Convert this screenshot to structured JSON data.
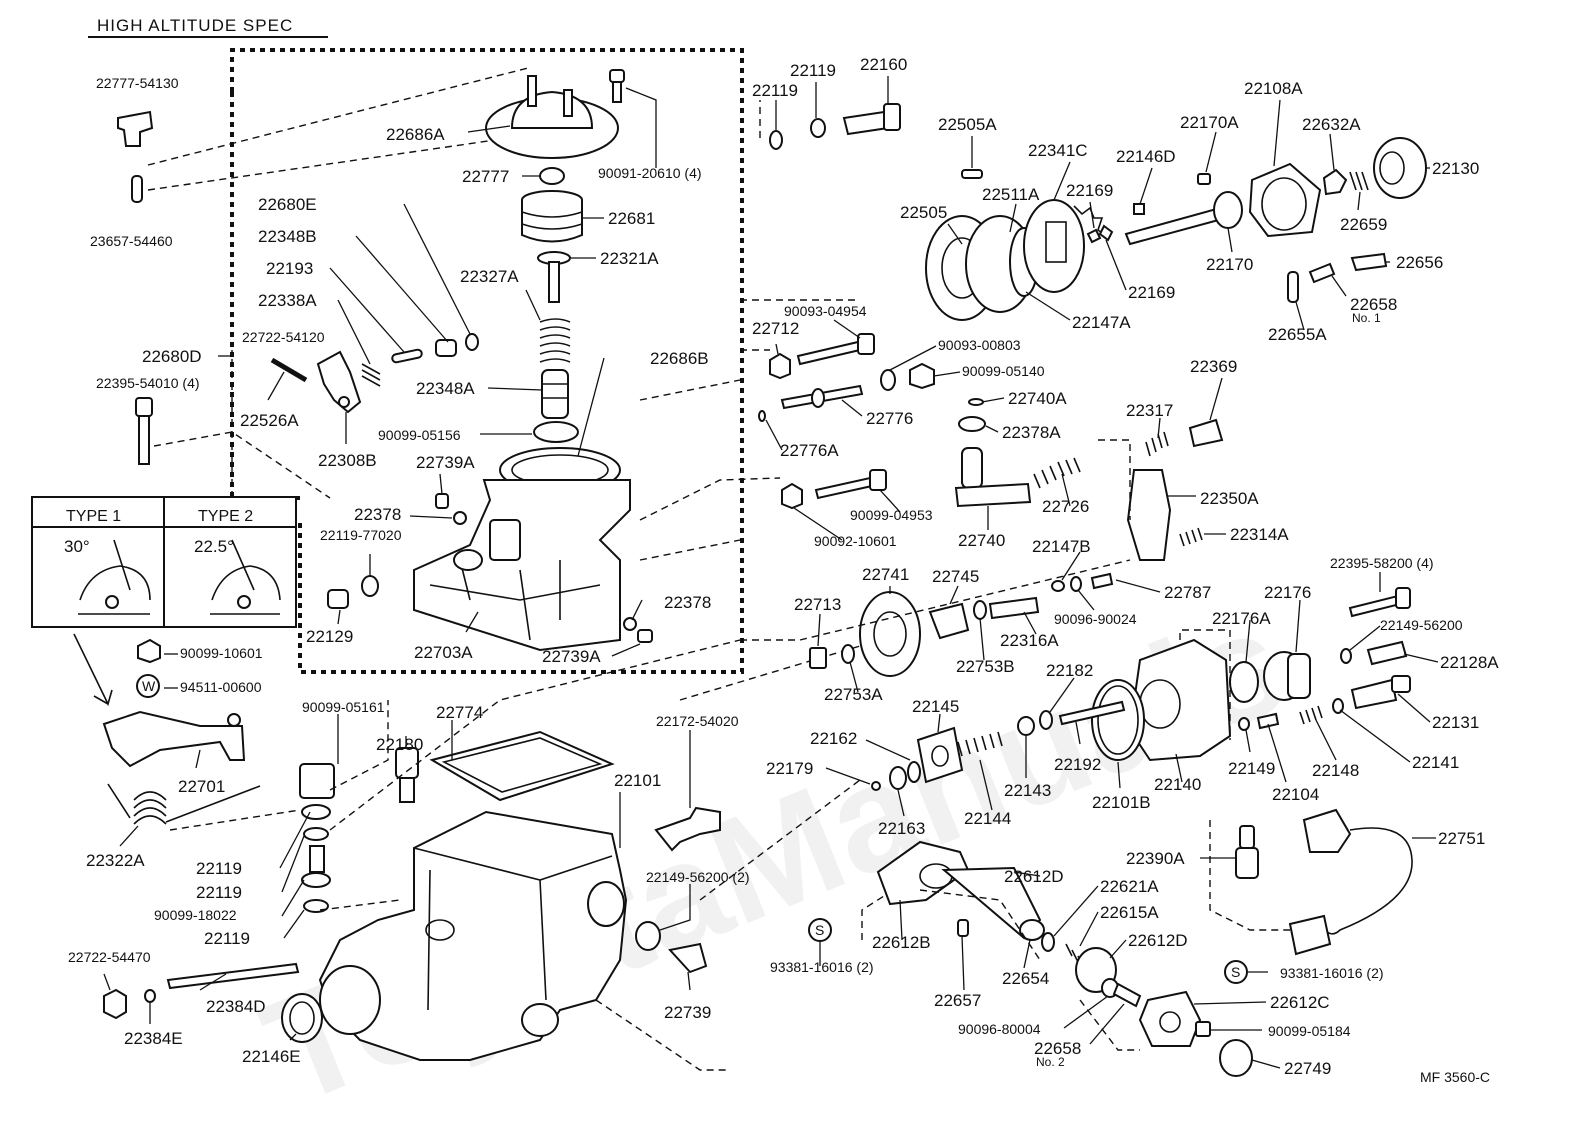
{
  "header": {
    "title": "HIGH ALTITUDE SPEC"
  },
  "footer": {
    "code": "MF  3560-C"
  },
  "watermark": {
    "text": "ToyotaManuals"
  },
  "type_box": {
    "type1": {
      "label": "TYPE 1",
      "angle": "30°"
    },
    "type2": {
      "label": "TYPE 2",
      "angle": "22.5°"
    }
  },
  "symbols": {
    "washer": "W",
    "special": "S"
  },
  "labels": {
    "p22777_54130": "22777-54130",
    "p23657_54460": "23657-54460",
    "p22686A": "22686A",
    "p22777": "22777",
    "p90091_20610": "90091-20610 (4)",
    "p22681": "22681",
    "p22680E": "22680E",
    "p22348B": "22348B",
    "p22193": "22193",
    "p22338A": "22338A",
    "p22722_54120": "22722-54120",
    "p22327A": "22327A",
    "p22321A": "22321A",
    "p22680D": "22680D",
    "p22395_54010": "22395-54010 (4)",
    "p22526A": "22526A",
    "p22348A": "22348A",
    "p22686B": "22686B",
    "p22308B": "22308B",
    "p90099_05156": "90099-05156",
    "p22739A_top": "22739A",
    "p22378_left": "22378",
    "p22119_77020": "22119-77020",
    "p22129": "22129",
    "p22703A": "22703A",
    "p22378_right": "22378",
    "p22739A_bot": "22739A",
    "p90099_10601": "90099-10601",
    "p94511_00600": "94511-00600",
    "p22701": "22701",
    "p22322A": "22322A",
    "p90099_05161": "90099-05161",
    "p22774": "22774",
    "p22180": "22180",
    "p22172_54020": "22172-54020",
    "p22101": "22101",
    "p22119_a": "22119",
    "p22119_b": "22119",
    "p90099_18022": "90099-18022",
    "p22119_c": "22119",
    "p22149_56200_2": "22149-56200 (2)",
    "p22722_54470": "22722-54470",
    "p22384D": "22384D",
    "p22384E": "22384E",
    "p22146E": "22146E",
    "p22739": "22739",
    "p22119_top1": "22119",
    "p22119_top2": "22119",
    "p22160": "22160",
    "p22505A": "22505A",
    "p22341C": "22341C",
    "p22146D": "22146D",
    "p22170A": "22170A",
    "p22108A": "22108A",
    "p22632A": "22632A",
    "p22130": "22130",
    "p22505": "22505",
    "p22511A": "22511A",
    "p22169_a": "22169",
    "p22170": "22170",
    "p22659": "22659",
    "p22656": "22656",
    "p22169_b": "22169",
    "p22147A": "22147A",
    "p22658_no1": "22658",
    "p22658_no1_sub": "No. 1",
    "p22655A": "22655A",
    "p90093_04954": "90093-04954",
    "p22712": "22712",
    "p90093_00803": "90093-00803",
    "p90099_05140": "90099-05140",
    "p22369": "22369",
    "p22740A": "22740A",
    "p22776": "22776",
    "p22378A": "22378A",
    "p22317": "22317",
    "p22776A": "22776A",
    "p22726": "22726",
    "p22350A": "22350A",
    "p90099_04953": "90099-04953",
    "p22740": "22740",
    "p22314A": "22314A",
    "p90092_10601": "90092-10601",
    "p22147B": "22147B",
    "p22741": "22741",
    "p22745": "22745",
    "p22787": "22787",
    "p22395_58200": "22395-58200 (4)",
    "p90096_90024": "90096-90024",
    "p22176": "22176",
    "p22713": "22713",
    "p22176A": "22176A",
    "p22316A": "22316A",
    "p22149_56200": "22149-56200",
    "p22753B": "22753B",
    "p22182": "22182",
    "p22128A": "22128A",
    "p22753A": "22753A",
    "p22145": "22145",
    "p22131": "22131",
    "p22162": "22162",
    "p22179": "22179",
    "p22192": "22192",
    "p22140": "22140",
    "p22149": "22149",
    "p22148": "22148",
    "p22141": "22141",
    "p22143": "22143",
    "p22101B": "22101B",
    "p22104": "22104",
    "p22163": "22163",
    "p22144": "22144",
    "p22751": "22751",
    "p22390A": "22390A",
    "p22612D_a": "22612D",
    "p22621A": "22621A",
    "p22615A": "22615A",
    "p22612D_b": "22612D",
    "p22612B": "22612B",
    "p93381_16016_left": "93381-16016 (2)",
    "p93381_16016_right": "93381-16016 (2)",
    "p22654": "22654",
    "p22657": "22657",
    "p22612C": "22612C",
    "p90096_80004": "90096-80004",
    "p90099_05184": "90099-05184",
    "p22658_no2": "22658",
    "p22658_no2_sub": "No. 2",
    "p22749": "22749"
  }
}
